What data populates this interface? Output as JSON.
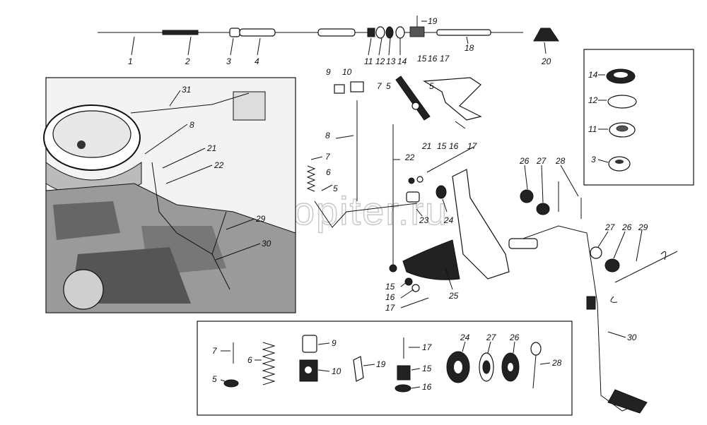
{
  "watermark": "autopiter.ru",
  "callouts": {
    "top_row": [
      "1",
      "2",
      "3",
      "4",
      "11",
      "12",
      "13",
      "14",
      "18",
      "20",
      "19"
    ],
    "photo": [
      "31",
      "8",
      "21",
      "22",
      "29",
      "30"
    ],
    "center": [
      "9",
      "10",
      "7",
      "5",
      "5",
      "8",
      "7",
      "6",
      "5",
      "15",
      "16",
      "17",
      "21",
      "15",
      "16",
      "17",
      "22",
      "22",
      "23",
      "24",
      "25",
      "15",
      "16",
      "17"
    ],
    "right_inset": [
      "14",
      "12",
      "11",
      "3"
    ],
    "pedal": [
      "26",
      "27",
      "28",
      "27",
      "26",
      "29",
      "30"
    ],
    "bottom_inset": [
      "7",
      "5",
      "6",
      "9",
      "10",
      "19",
      "17",
      "15",
      "16",
      "24",
      "27",
      "26",
      "28"
    ]
  }
}
